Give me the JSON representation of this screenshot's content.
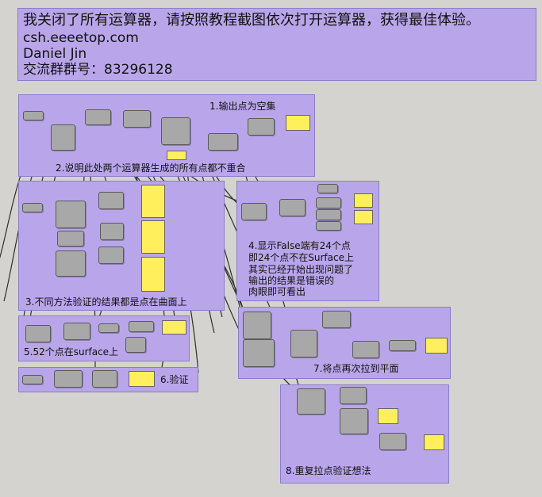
{
  "header": {
    "line1": "我关闭了所有运算器，请按照教程截图依次打开运算器，获得最佳体验。",
    "line2": "csh.eeeetop.com",
    "line3": "Daniel Jin",
    "line4": "交流群群号：83296128"
  },
  "groups": {
    "g1_title": "1.输出点为空集",
    "g2_title": "2.说明此处两个运算器生成的所有点都不重合",
    "g3_title": "3.不同方法验证的结果都是点在曲面上",
    "g4_lines": [
      "4.显示False端有24个点",
      "即24个点不在Surface上",
      "其实已经开始出现问题了",
      "输出的结果是错误的",
      "肉眼即可看出"
    ],
    "g5_title": "5.52个点在surface上",
    "g6_title": "6.验证",
    "g7_title": "7.将点再次拉到平面",
    "g8_title": "8.重复拉点验证想法"
  },
  "colors": {
    "background": "#d4d3cf",
    "group": "#b9a6ea",
    "node": "#a8a8a8",
    "panel": "#ffef5c",
    "wire": "#2f2f2f",
    "error_wire": "#e23a2a"
  }
}
